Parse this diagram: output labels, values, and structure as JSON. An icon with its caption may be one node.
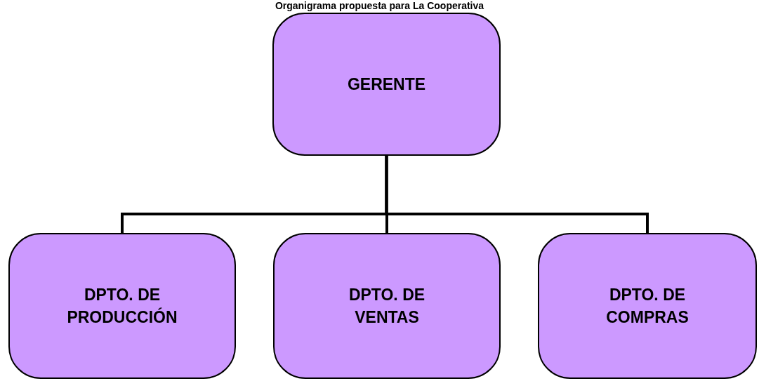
{
  "diagram": {
    "title": "Organigrama propuesta para La Cooperativa",
    "nodes": [
      {
        "text": [
          "GERENTE"
        ]
      },
      {
        "text": [
          "DPTO. DE PRODUCCIÓN"
        ]
      },
      {
        "text": [
          "DPTO. DE VENTAS"
        ]
      },
      {
        "text": [
          "DPTO. DE COMPRAS"
        ]
      }
    ],
    "edges": [
      {
        "from": 0,
        "to": 1,
        "arrow": "none"
      },
      {
        "from": 0,
        "to": 2,
        "arrow": "none"
      },
      {
        "from": 0,
        "to": 3,
        "arrow": "none"
      }
    ]
  }
}
